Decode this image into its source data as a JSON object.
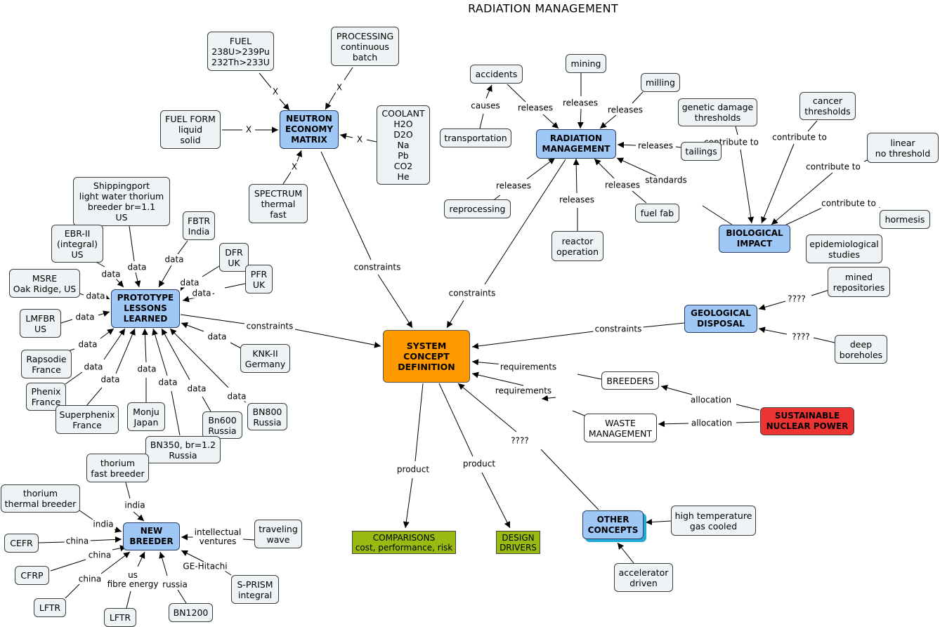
{
  "title": "RADIATION MANAGEMENT",
  "nodes": [
    {
      "id": "fuel",
      "text": "FUEL\n238U>239Pu\n232Th>233U",
      "style": "n"
    },
    {
      "id": "processing",
      "text": "PROCESSING\ncontinuous\nbatch",
      "style": "n"
    },
    {
      "id": "fuelform",
      "text": "FUEL FORM\nliquid\nsolid",
      "style": "n"
    },
    {
      "id": "nem",
      "text": "NEUTRON\nECONOMY\nMATRIX",
      "style": "key"
    },
    {
      "id": "coolant",
      "text": "COOLANT\nH2O\nD2O\nNa\nPb\nCO2\nHe",
      "style": "n"
    },
    {
      "id": "spectrum",
      "text": "SPECTRUM\nthermal\nfast",
      "style": "n"
    },
    {
      "id": "accidents",
      "text": "accidents",
      "style": "n"
    },
    {
      "id": "mining",
      "text": "mining",
      "style": "n"
    },
    {
      "id": "milling",
      "text": "milling",
      "style": "n"
    },
    {
      "id": "transportation",
      "text": "transportation",
      "style": "n"
    },
    {
      "id": "radmgmt",
      "text": "RADIATION\nMANAGEMENT",
      "style": "key"
    },
    {
      "id": "tailings",
      "text": "tailings",
      "style": "n"
    },
    {
      "id": "reprocessing",
      "text": "reprocessing",
      "style": "n"
    },
    {
      "id": "fuelfab",
      "text": "fuel fab",
      "style": "n"
    },
    {
      "id": "reactorop",
      "text": "reactor\noperation",
      "style": "n"
    },
    {
      "id": "genetic",
      "text": "genetic damage\nthresholds",
      "style": "n"
    },
    {
      "id": "cancer",
      "text": "cancer\nthresholds",
      "style": "n"
    },
    {
      "id": "linear",
      "text": "linear\nno threshold",
      "style": "n"
    },
    {
      "id": "hormesis",
      "text": "hormesis",
      "style": "n"
    },
    {
      "id": "bio",
      "text": "BIOLOGICAL\nIMPACT",
      "style": "key"
    },
    {
      "id": "epi",
      "text": "epidemiological\nstudies",
      "style": "n"
    },
    {
      "id": "mined",
      "text": "mined\nrepositories",
      "style": "n"
    },
    {
      "id": "geo",
      "text": "GEOLOGICAL\nDISPOSAL",
      "style": "key"
    },
    {
      "id": "deep",
      "text": "deep\nboreholes",
      "style": "n"
    },
    {
      "id": "scd",
      "text": "SYSTEM\nCONCEPT\nDEFINITION",
      "style": "core"
    },
    {
      "id": "breeders",
      "text": "BREEDERS",
      "style": "white"
    },
    {
      "id": "waste",
      "text": "WASTE\nMANAGEMENT",
      "style": "white"
    },
    {
      "id": "snp",
      "text": "SUSTAINABLE\nNUCLEAR POWER",
      "style": "red"
    },
    {
      "id": "comparisons",
      "text": "COMPARISONS\ncost, performance, risk",
      "style": "green"
    },
    {
      "id": "design",
      "text": "DESIGN\nDRIVERS",
      "style": "green"
    },
    {
      "id": "other",
      "text": "OTHER\nCONCEPTS",
      "style": "key shadow"
    },
    {
      "id": "htgc",
      "text": "high temperature\ngas cooled",
      "style": "n"
    },
    {
      "id": "accel",
      "text": "accelerator\ndriven",
      "style": "n"
    },
    {
      "id": "shippingport",
      "text": "Shippingport\nlight water thorium\nbreeder br=1.1\nUS",
      "style": "n"
    },
    {
      "id": "fbtr",
      "text": "FBTR\nIndia",
      "style": "n"
    },
    {
      "id": "ebr",
      "text": "EBR-II\n(integral)\nUS",
      "style": "n"
    },
    {
      "id": "dfr",
      "text": "DFR\nUK",
      "style": "n"
    },
    {
      "id": "pfr",
      "text": "PFR\nUK",
      "style": "n"
    },
    {
      "id": "msre",
      "text": "MSRE\nOak Ridge, US",
      "style": "n"
    },
    {
      "id": "pll",
      "text": "PROTOTYPE\nLESSONS\nLEARNED",
      "style": "key"
    },
    {
      "id": "lmfbr",
      "text": "LMFBR\nUS",
      "style": "n"
    },
    {
      "id": "knk",
      "text": "KNK-II\nGermany",
      "style": "n"
    },
    {
      "id": "rapsodie",
      "text": "Rapsodie\nFrance",
      "style": "n"
    },
    {
      "id": "phenix",
      "text": "Phenix\nFrance",
      "style": "n"
    },
    {
      "id": "superphenix",
      "text": "Superphenix\nFrance",
      "style": "n"
    },
    {
      "id": "monju",
      "text": "Monju\nJapan",
      "style": "n"
    },
    {
      "id": "bn600",
      "text": "Bn600\nRussia",
      "style": "n"
    },
    {
      "id": "bn800",
      "text": "BN800\nRussia",
      "style": "n"
    },
    {
      "id": "bn350",
      "text": "BN350, br=1.2\nRussia",
      "style": "n"
    },
    {
      "id": "thfast",
      "text": "thorium\nfast breeder",
      "style": "n"
    },
    {
      "id": "ththermal",
      "text": "thorium\nthermal breeder",
      "style": "n"
    },
    {
      "id": "newbreeder",
      "text": "NEW\nBREEDER",
      "style": "key"
    },
    {
      "id": "cefr",
      "text": "CEFR",
      "style": "n"
    },
    {
      "id": "traveling",
      "text": "traveling\nwave",
      "style": "n"
    },
    {
      "id": "cfrp",
      "text": "CFRP",
      "style": "n"
    },
    {
      "id": "sprism",
      "text": "S-PRISM\nintegral",
      "style": "n"
    },
    {
      "id": "lftr1",
      "text": "LFTR",
      "style": "n"
    },
    {
      "id": "lftr2",
      "text": "LFTR",
      "style": "n"
    },
    {
      "id": "bn1200",
      "text": "BN1200",
      "style": "n"
    }
  ],
  "labels": [
    {
      "id": "x-fuel",
      "text": "X"
    },
    {
      "id": "x-processing",
      "text": "X"
    },
    {
      "id": "x-fuelform",
      "text": "X"
    },
    {
      "id": "x-coolant",
      "text": "X"
    },
    {
      "id": "x-spectrum",
      "text": "X"
    },
    {
      "id": "causes",
      "text": "causes"
    },
    {
      "id": "rel-accidents",
      "text": "releases"
    },
    {
      "id": "rel-mining",
      "text": "releases"
    },
    {
      "id": "rel-milling",
      "text": "releases"
    },
    {
      "id": "rel-tailings",
      "text": "releases"
    },
    {
      "id": "rel-reprocessing",
      "text": "releases"
    },
    {
      "id": "rel-reactorop",
      "text": "releases"
    },
    {
      "id": "rel-fuelfab",
      "text": "releases"
    },
    {
      "id": "standards",
      "text": "standards"
    },
    {
      "id": "contrib-genetic",
      "text": "contribute to"
    },
    {
      "id": "contrib-cancer",
      "text": "contribute to"
    },
    {
      "id": "contrib-linear",
      "text": "contribute to"
    },
    {
      "id": "contrib-hormesis",
      "text": "contribute to"
    },
    {
      "id": "q-mined",
      "text": "????"
    },
    {
      "id": "q-deep",
      "text": "????"
    },
    {
      "id": "constraints-nem",
      "text": "constraints"
    },
    {
      "id": "constraints-rad",
      "text": "constraints"
    },
    {
      "id": "constraints-geo",
      "text": "constraints"
    },
    {
      "id": "constraints-pll",
      "text": "constraints"
    },
    {
      "id": "req-breeders",
      "text": "requirements"
    },
    {
      "id": "req-waste",
      "text": "requirements"
    },
    {
      "id": "alloc-breeders",
      "text": "allocation"
    },
    {
      "id": "alloc-waste",
      "text": "allocation"
    },
    {
      "id": "product-comp",
      "text": "product"
    },
    {
      "id": "product-design",
      "text": "product"
    },
    {
      "id": "q-other",
      "text": "????"
    },
    {
      "id": "data-shippingport",
      "text": "data"
    },
    {
      "id": "data-fbtr",
      "text": "data"
    },
    {
      "id": "data-ebr",
      "text": "data"
    },
    {
      "id": "data-dfr",
      "text": "data"
    },
    {
      "id": "data-pfr",
      "text": "data"
    },
    {
      "id": "data-msre",
      "text": "data"
    },
    {
      "id": "data-lmfbr",
      "text": "data"
    },
    {
      "id": "data-knk",
      "text": "data"
    },
    {
      "id": "data-rapsodie",
      "text": "data"
    },
    {
      "id": "data-phenix",
      "text": "data"
    },
    {
      "id": "data-superphenix",
      "text": "data"
    },
    {
      "id": "data-monju",
      "text": "data"
    },
    {
      "id": "data-bn350",
      "text": "data"
    },
    {
      "id": "data-bn600",
      "text": "data"
    },
    {
      "id": "data-bn800",
      "text": "data"
    },
    {
      "id": "india-thfast",
      "text": "india"
    },
    {
      "id": "india-ththermal",
      "text": "india"
    },
    {
      "id": "china-cefr",
      "text": "china"
    },
    {
      "id": "intellectual",
      "text": "intellectual\nventures"
    },
    {
      "id": "china-cfrp",
      "text": "china"
    },
    {
      "id": "gehitachi",
      "text": "GE-Hitachi"
    },
    {
      "id": "china-lftr",
      "text": "china"
    },
    {
      "id": "usfibre",
      "text": "us\nfibre energy"
    },
    {
      "id": "russia-bn1200",
      "text": "russia"
    }
  ],
  "colors": {
    "concept": "#9fc8f7",
    "core": "#ff9900",
    "sustainable": "#ee3333",
    "product": "#99bb11",
    "node": "#eef3f5",
    "shadow": "#21a9d8"
  }
}
